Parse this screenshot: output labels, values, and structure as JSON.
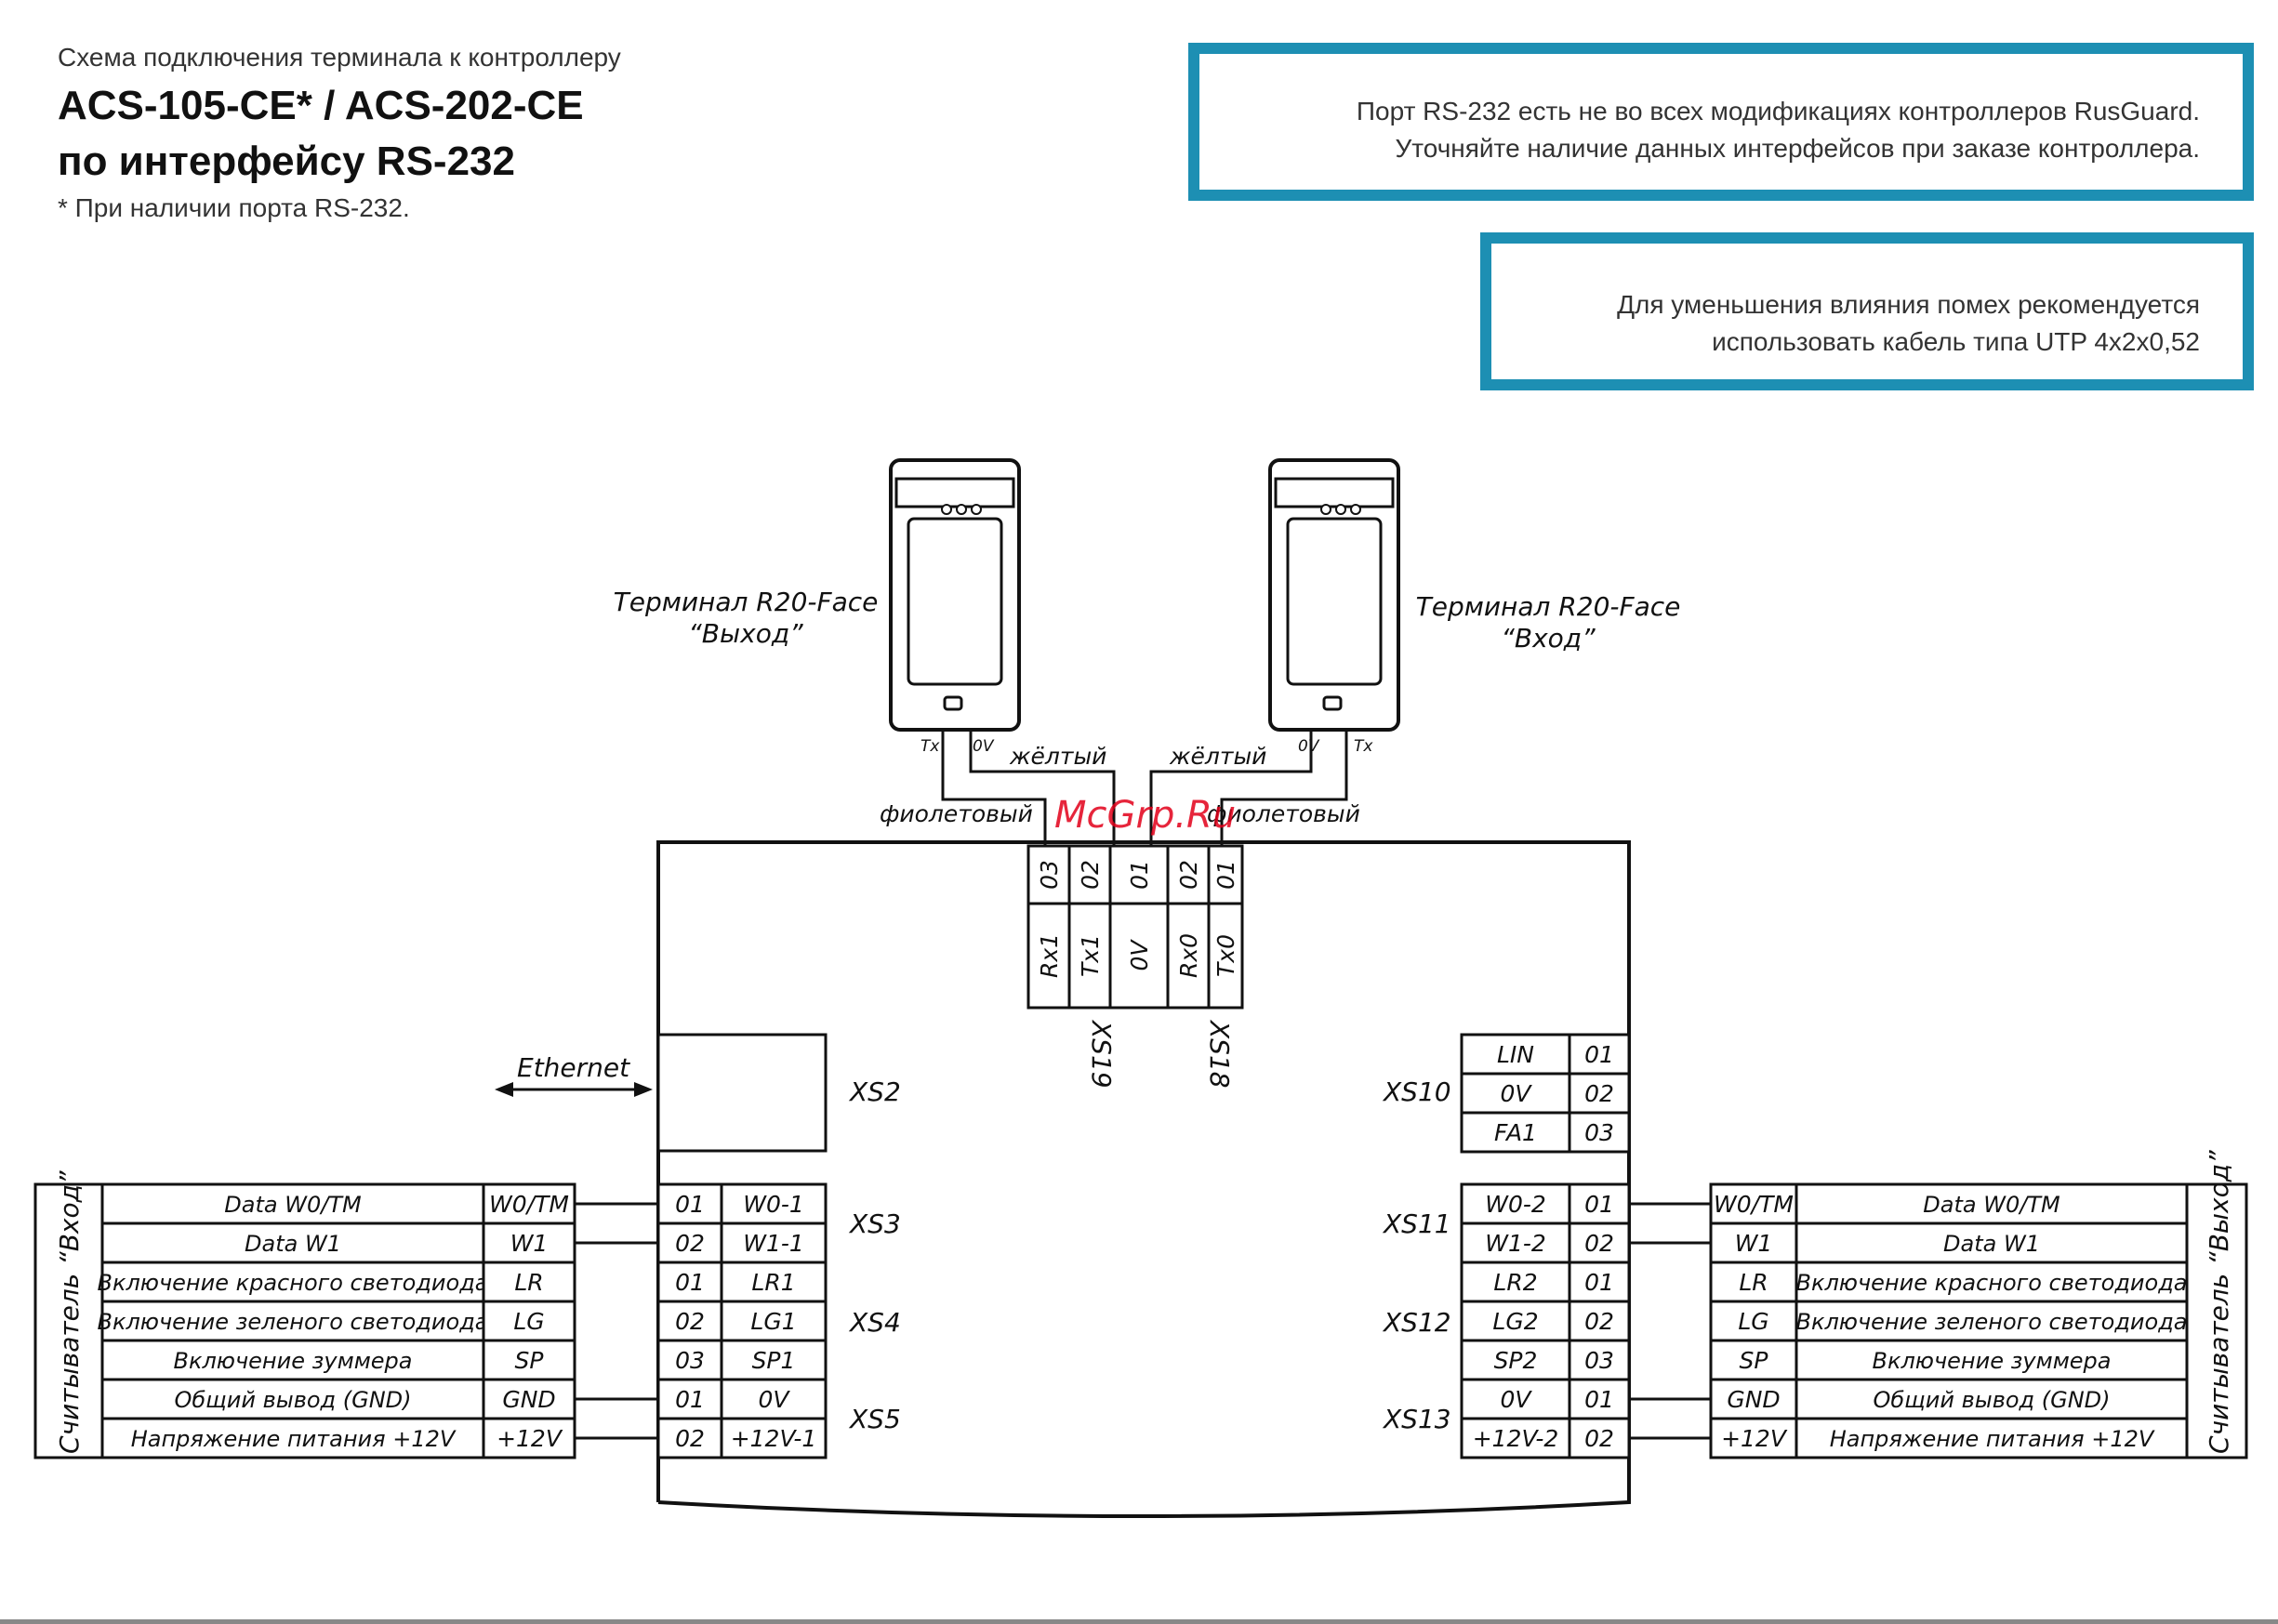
{
  "header": {
    "subtitle": "Схема подключения терминала к контроллеру",
    "title_line1": "ACS-105-CE* / ACS-202-CE",
    "title_line2": "по интерфейсу RS-232",
    "footnote": "* При наличии порта RS-232."
  },
  "notes": {
    "note1_line1": "Порт RS-232 есть не во всех модификациях контроллеров RusGuard.",
    "note1_line2": "Уточняйте наличие данных интерфейсов при заказе контроллера.",
    "note2_line1": "Для уменьшения влияния помех рекомендуется",
    "note2_line2": "использовать кабель типа UTP 4x2x0,52"
  },
  "colors": {
    "note_border": "#1d8fb3",
    "watermark": "#e2001a"
  },
  "terminals": {
    "left_name": "Терминал R20-Face",
    "left_role": "“Выход”",
    "right_name": "Терминал R20-Face",
    "right_role": "“Вход”",
    "pin_tx": "Tx",
    "pin_0v": "0V"
  },
  "wires": {
    "yellow": "жёлтый",
    "violet": "фиолетовый"
  },
  "watermark": "McGrp.Ru",
  "rs232": {
    "pins": [
      "03",
      "02",
      "01",
      "02",
      "01"
    ],
    "signals": [
      "Rx1",
      "Tx1",
      "0V",
      "Rx0",
      "Tx0"
    ],
    "xs19": "XS19",
    "xs18": "XS18"
  },
  "ethernet": {
    "label": "Ethernet",
    "connector": "XS2"
  },
  "xs10": {
    "label": "XS10",
    "rows": [
      [
        "LIN",
        "01"
      ],
      [
        "0V",
        "02"
      ],
      [
        "FA1",
        "03"
      ]
    ]
  },
  "left_ctrl": {
    "connectors": [
      "XS3",
      "XS4",
      "XS5"
    ],
    "rows": [
      [
        "01",
        "W0-1"
      ],
      [
        "02",
        "W1-1"
      ],
      [
        "01",
        "LR1"
      ],
      [
        "02",
        "LG1"
      ],
      [
        "03",
        "SP1"
      ],
      [
        "01",
        "0V"
      ],
      [
        "02",
        "+12V-1"
      ]
    ]
  },
  "right_ctrl": {
    "connectors": [
      "XS11",
      "XS12",
      "XS13"
    ],
    "rows": [
      [
        "W0-2",
        "01"
      ],
      [
        "W1-2",
        "02"
      ],
      [
        "LR2",
        "01"
      ],
      [
        "LG2",
        "02"
      ],
      [
        "SP2",
        "03"
      ],
      [
        "0V",
        "01"
      ],
      [
        "+12V-2",
        "02"
      ]
    ]
  },
  "left_reader": {
    "title": "Считыватель “Вход”",
    "rows": [
      [
        "Data W0/TM",
        "W0/TM"
      ],
      [
        "Data W1",
        "W1"
      ],
      [
        "Включение красного светодиода",
        "LR"
      ],
      [
        "Включение зеленого светодиода",
        "LG"
      ],
      [
        "Включение зуммера",
        "SP"
      ],
      [
        "Общий вывод (GND)",
        "GND"
      ],
      [
        "Напряжение питания +12V",
        "+12V"
      ]
    ]
  },
  "right_reader": {
    "title": "Считыватель “Выход”",
    "rows": [
      [
        "W0/TM",
        "Data W0/TM"
      ],
      [
        "W1",
        "Data W1"
      ],
      [
        "LR",
        "Включение красного светодиода"
      ],
      [
        "LG",
        "Включение зеленого светодиода"
      ],
      [
        "SP",
        "Включение зуммера"
      ],
      [
        "GND",
        "Общий вывод (GND)"
      ],
      [
        "+12V",
        "Напряжение питания +12V"
      ]
    ]
  }
}
